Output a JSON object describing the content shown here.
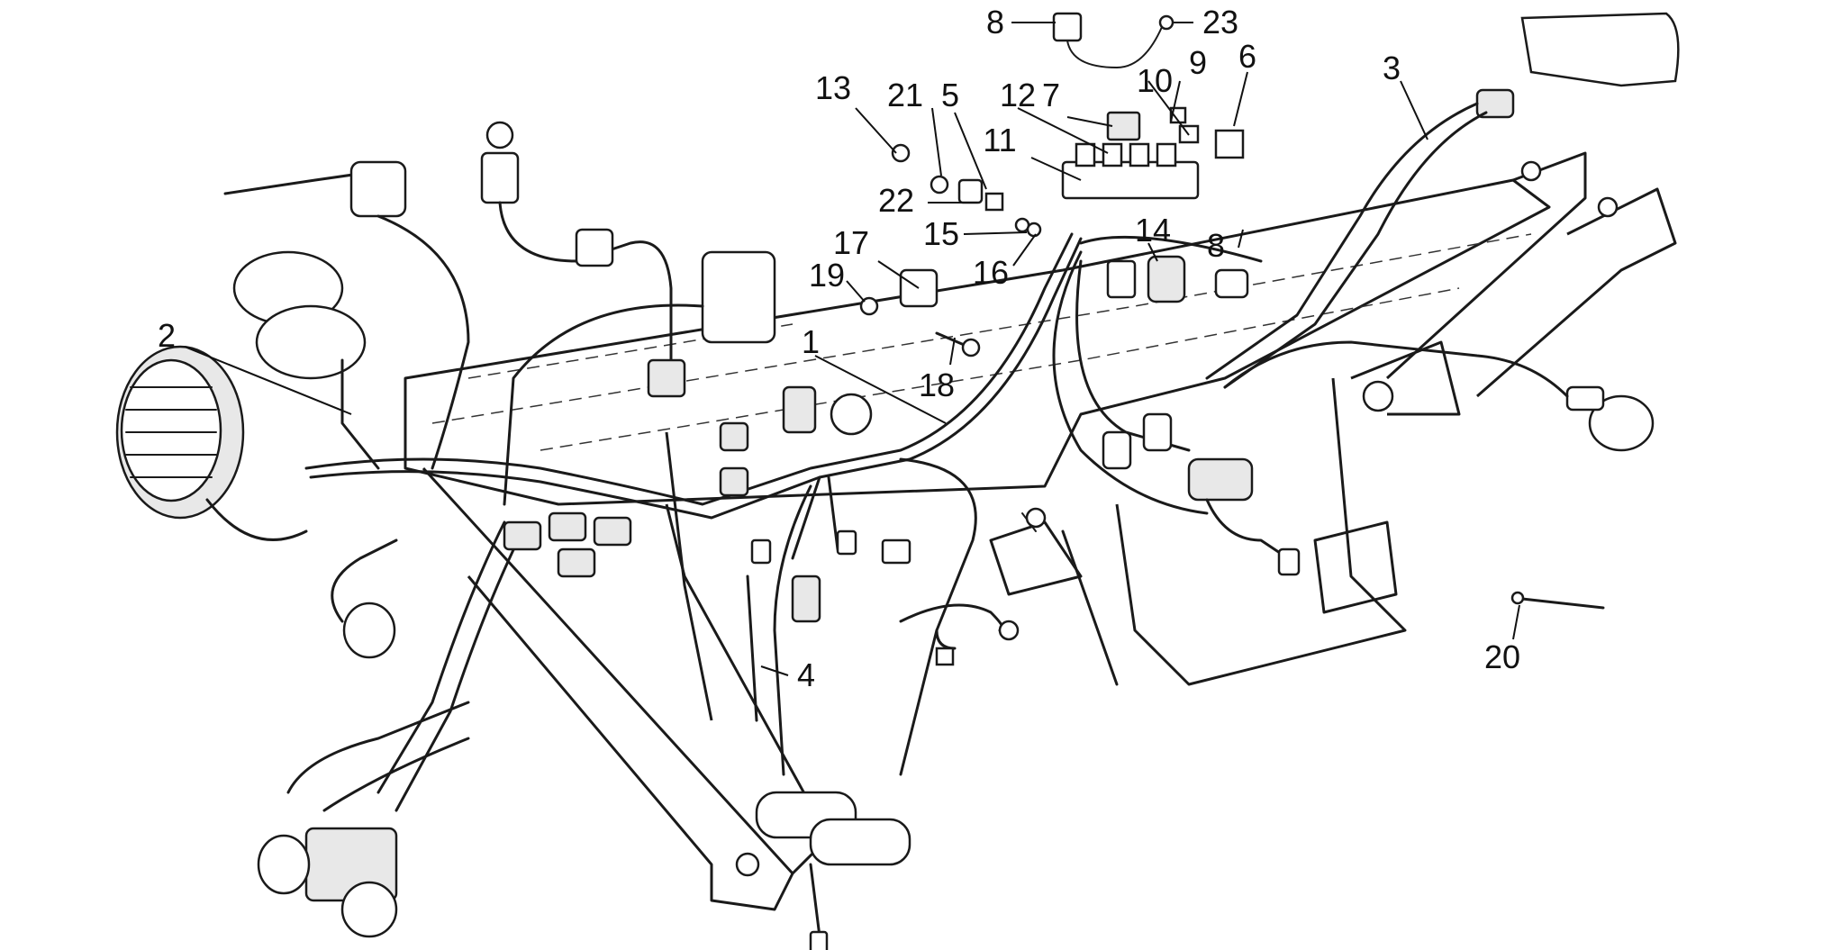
{
  "callouts": [
    {
      "id": "c1",
      "label": "1"
    },
    {
      "id": "c2",
      "label": "2"
    },
    {
      "id": "c3",
      "label": "3"
    },
    {
      "id": "c4",
      "label": "4"
    },
    {
      "id": "c5",
      "label": "5"
    },
    {
      "id": "c6",
      "label": "6"
    },
    {
      "id": "c7",
      "label": "7"
    },
    {
      "id": "c8a",
      "label": "8"
    },
    {
      "id": "c8b",
      "label": "8"
    },
    {
      "id": "c9",
      "label": "9"
    },
    {
      "id": "c10",
      "label": "10"
    },
    {
      "id": "c11",
      "label": "11"
    },
    {
      "id": "c12",
      "label": "12"
    },
    {
      "id": "c13",
      "label": "13"
    },
    {
      "id": "c14",
      "label": "14"
    },
    {
      "id": "c15",
      "label": "15"
    },
    {
      "id": "c16",
      "label": "16"
    },
    {
      "id": "c17",
      "label": "17"
    },
    {
      "id": "c18",
      "label": "18"
    },
    {
      "id": "c19",
      "label": "19"
    },
    {
      "id": "c20",
      "label": "20"
    },
    {
      "id": "c21",
      "label": "21"
    },
    {
      "id": "c22",
      "label": "22"
    },
    {
      "id": "c23",
      "label": "23"
    }
  ]
}
